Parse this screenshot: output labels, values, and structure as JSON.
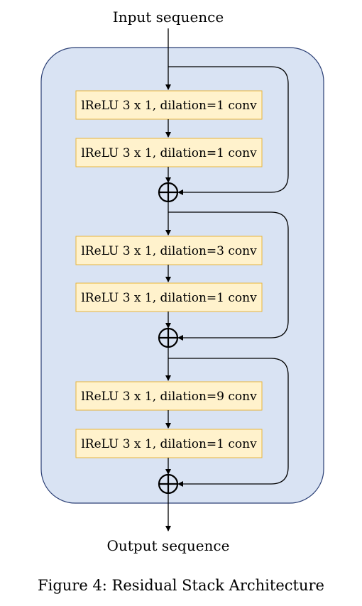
{
  "input_label": "Input sequence",
  "output_label": "Output sequence",
  "caption": "Figure 4: Residual Stack Architecture",
  "blocks": [
    {
      "layers": [
        "lReLU 3 x 1, dilation=1 conv",
        "lReLU 3 x 1, dilation=1 conv"
      ]
    },
    {
      "layers": [
        "lReLU 3 x 1, dilation=3 conv",
        "lReLU 3 x 1, dilation=1 conv"
      ]
    },
    {
      "layers": [
        "lReLU 3 x 1, dilation=9 conv",
        "lReLU 3 x 1, dilation=1 conv"
      ]
    }
  ],
  "colors": {
    "container_fill": "#d9e3f3",
    "container_stroke": "#2b3f75",
    "layer_fill": "#fff2cc",
    "layer_stroke": "#e8b53d",
    "line": "#000000"
  }
}
